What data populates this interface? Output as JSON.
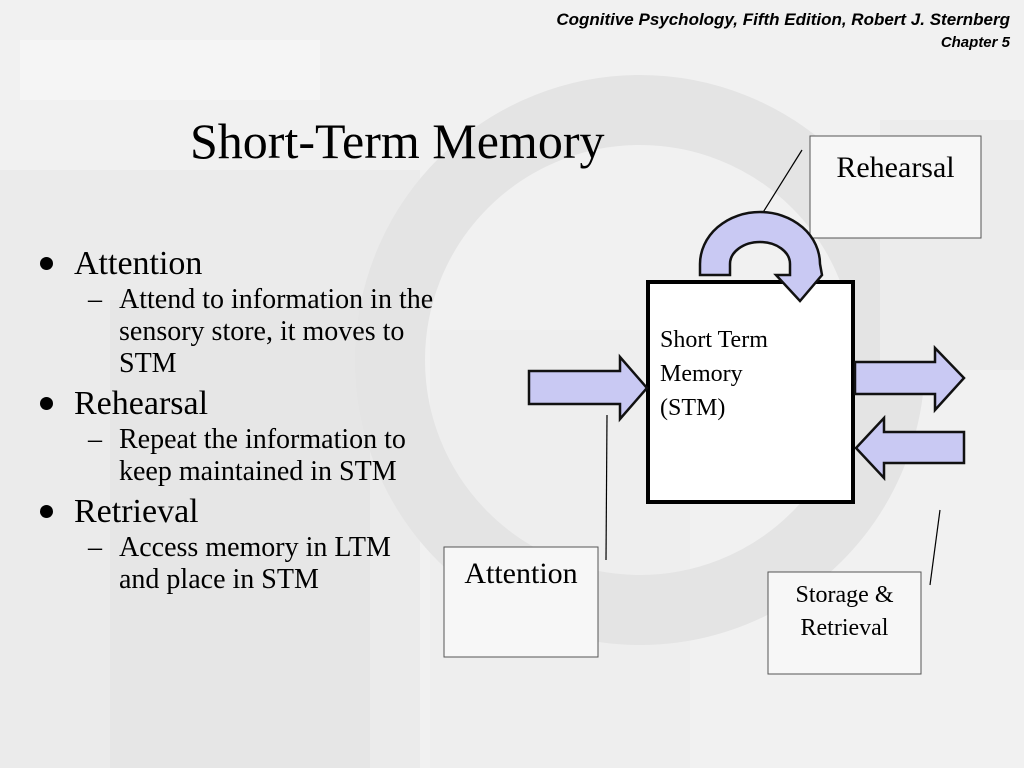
{
  "header": {
    "line1": "Cognitive Psychology, Fifth Edition, Robert J. Sternberg",
    "line2": "Chapter 5"
  },
  "slide": {
    "title": "Short-Term Memory",
    "bullets": [
      {
        "label": "Attention",
        "sub": "Attend to information in the sensory store, it moves to STM"
      },
      {
        "label": "Rehearsal",
        "sub": "Repeat the information to keep maintained in STM"
      },
      {
        "label": "Retrieval",
        "sub": "Access memory in LTM and place in STM"
      }
    ]
  },
  "diagram": {
    "stm_line1": "Short Term",
    "stm_line2": "Memory",
    "stm_line3": "(STM)",
    "rehearsal_label": "Rehearsal",
    "attention_label": "Attention",
    "storage_line1": "Storage &",
    "storage_line2": "Retrieval"
  },
  "colors": {
    "arrow_fill": "#c9c9f3",
    "arrow_stroke": "#111111",
    "box_stroke": "#000000"
  }
}
